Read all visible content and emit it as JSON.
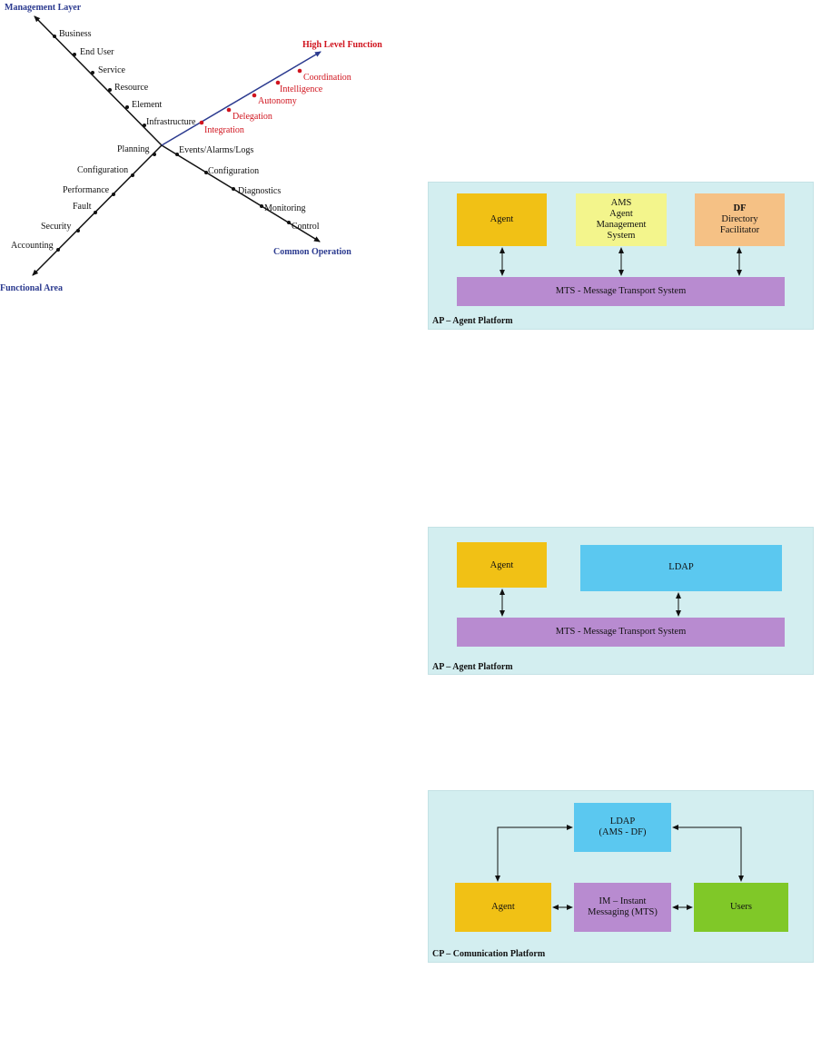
{
  "fig1": {
    "axes": {
      "management_layer": "Management Layer",
      "high_level_function": "High Level Function",
      "common_operation": "Common Operation",
      "functional_area": "Functional Area"
    },
    "management_items": [
      "Business",
      "End User",
      "Service",
      "Resource",
      "Element",
      "Infrastructure"
    ],
    "high_level_items": [
      "Integration",
      "Delegation",
      "Autonomy",
      "Intelligence",
      "Coordination"
    ],
    "functional_items": [
      "Planning",
      "Configuration",
      "Performance",
      "Fault",
      "Security",
      "Accounting"
    ],
    "operation_items": [
      "Events/Alarms/Logs",
      "Configuration",
      "Diagnostics",
      "Monitoring",
      "Control"
    ]
  },
  "fig2": {
    "agent": "Agent",
    "ams": [
      "AMS",
      "Agent",
      "Management",
      "System"
    ],
    "df": [
      "DF",
      "Directory",
      "Facilitator"
    ],
    "mts": "MTS - Message Transport System",
    "platform": "AP – Agent Platform"
  },
  "fig3": {
    "agent": "Agent",
    "ldap": "LDAP",
    "mts": "MTS - Message Transport System",
    "platform": "AP – Agent Platform"
  },
  "fig4": {
    "ldap": [
      "LDAP",
      "(AMS - DF)"
    ],
    "agent": "Agent",
    "im": [
      "IM – Instant",
      "Messaging (MTS)"
    ],
    "users": "Users",
    "platform": "CP – Comunication Platform"
  },
  "colors": {
    "panel_bg": "#d3eef0",
    "agent": "#f1c115",
    "ams": "#f3f58c",
    "df": "#f5c185",
    "mts": "#b88bd0",
    "ldap": "#5bc8f0",
    "users": "#80c828",
    "axis_blue": "#2b3a8f",
    "axis_red": "#d0141e"
  }
}
